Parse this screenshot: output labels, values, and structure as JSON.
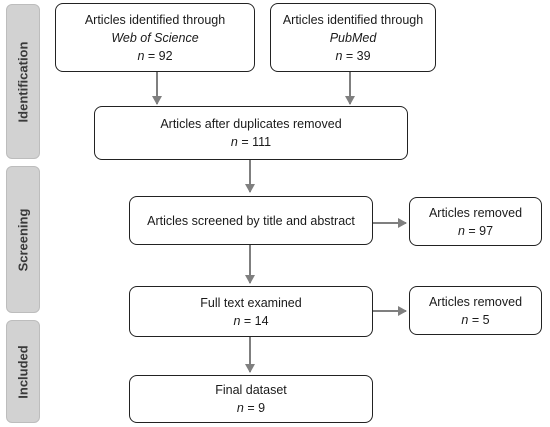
{
  "phases": {
    "identification": "Identification",
    "screening": "Screening",
    "included": "Included"
  },
  "boxes": {
    "wos": {
      "line1": "Articles identified through",
      "source": "Web of Science",
      "n_label": "n",
      "n_value": " = 92"
    },
    "pubmed": {
      "line1": "Articles identified through",
      "source": "PubMed",
      "n_label": "n",
      "n_value": " = 39"
    },
    "dedup": {
      "line1": "Articles after duplicates removed",
      "n_label": "n",
      "n_value": " = 111"
    },
    "screened": {
      "line1": "Articles screened by title and abstract"
    },
    "removed1": {
      "line1": "Articles removed",
      "n_label": "n",
      "n_value": " = 97"
    },
    "fulltext": {
      "line1": "Full text examined",
      "n_label": "n",
      "n_value": " = 14"
    },
    "removed2": {
      "line1": "Articles removed",
      "n_label": "n",
      "n_value": " = 5"
    },
    "final": {
      "line1": "Final dataset",
      "n_label": "n",
      "n_value": " = 9"
    }
  },
  "colors": {
    "phase_fill": "#d2d2d2",
    "arrow": "#7f7f7f",
    "box_border": "#222222"
  }
}
